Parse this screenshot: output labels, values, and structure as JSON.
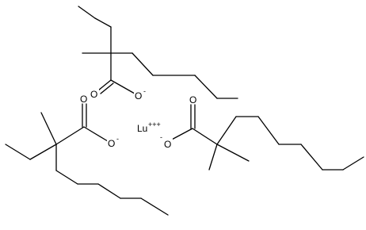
{
  "structure": {
    "metal_ion": {
      "symbol": "Lu",
      "charge": "+++"
    },
    "carboxylate_top": {
      "oxygen_double": "O",
      "oxygen_single": "O",
      "charge": "-"
    },
    "carboxylate_left": {
      "oxygen_double": "O",
      "oxygen_single": "O",
      "charge": "-"
    },
    "carboxylate_right": {
      "oxygen_double": "O",
      "oxygen_single": "O",
      "charge": "-"
    }
  },
  "colors": {
    "bond": "#000000",
    "text": "#000000",
    "background": "#ffffff"
  }
}
